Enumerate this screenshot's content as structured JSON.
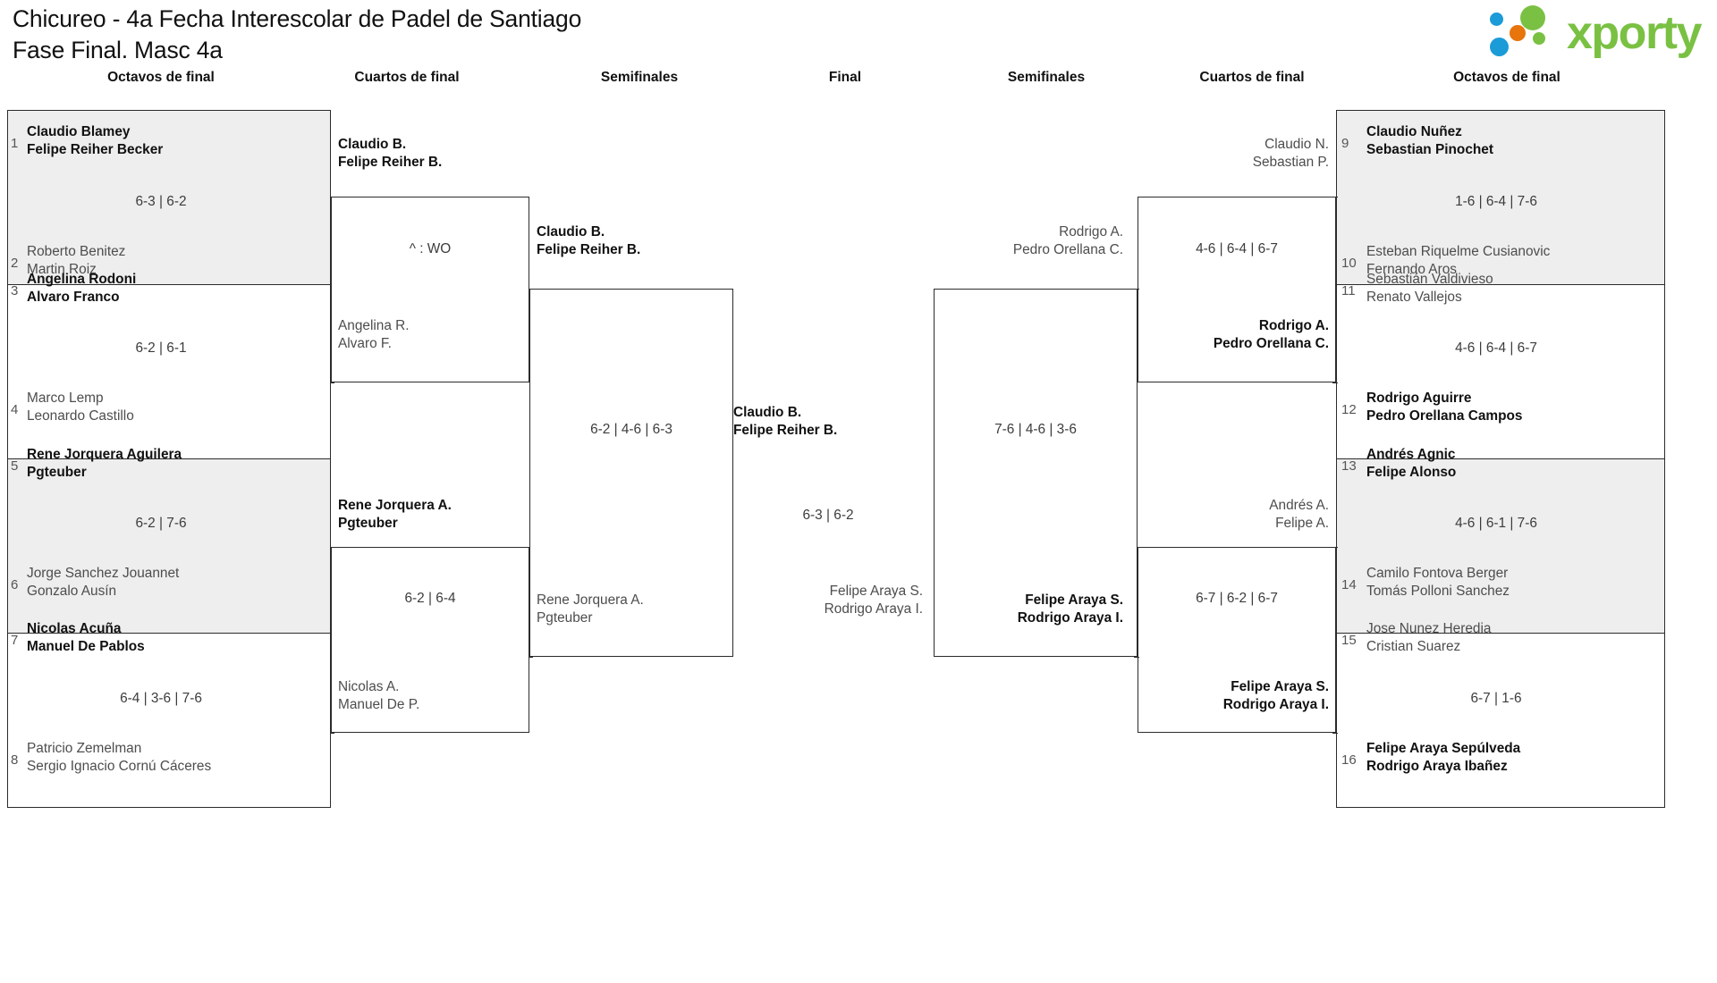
{
  "header": {
    "title_line1": "Chicureo - 4a Fecha Interescolar de Padel de Santiago",
    "title_line2": "Fase Final. Masc 4a",
    "logo_text": "xporty",
    "logo_colors": {
      "green": "#7ac143",
      "blue": "#1b9bd8",
      "orange": "#e8740c"
    }
  },
  "round_labels": {
    "left_octavos": "Octavos de final",
    "left_cuartos": "Cuartos de final",
    "left_semis": "Semifinales",
    "final": "Final",
    "right_semis": "Semifinales",
    "right_cuartos": "Cuartos de final",
    "right_octavos": "Octavos de final"
  },
  "bracket": {
    "left_octavos": [
      {
        "score": "6-3 | 6-2",
        "top": {
          "seed": "1",
          "p1": "Claudio Blamey",
          "p2": "Felipe Reiher Becker",
          "winner": true
        },
        "bottom": {
          "seed": "2",
          "p1": "Roberto Benitez",
          "p2": "Martin Roiz",
          "winner": false
        }
      },
      {
        "score": "6-2 | 6-1",
        "top": {
          "seed": "3",
          "p1": "Angelina Rodoni",
          "p2": "Alvaro Franco",
          "winner": true
        },
        "bottom": {
          "seed": "4",
          "p1": "Marco Lemp",
          "p2": "Leonardo Castillo",
          "winner": false
        }
      },
      {
        "score": "6-2 | 7-6",
        "top": {
          "seed": "5",
          "p1": "Rene Jorquera Aguilera",
          "p2": "Pgteuber",
          "winner": true
        },
        "bottom": {
          "seed": "6",
          "p1": "Jorge Sanchez Jouannet",
          "p2": "Gonzalo Ausín",
          "winner": false
        }
      },
      {
        "score": "6-4 | 3-6 | 7-6",
        "top": {
          "seed": "7",
          "p1": "Nicolas Acuña",
          "p2": "Manuel De Pablos",
          "winner": true
        },
        "bottom": {
          "seed": "8",
          "p1": "Patricio Zemelman",
          "p2": "Sergio Ignacio Cornú Cáceres",
          "winner": false
        }
      }
    ],
    "left_cuartos": [
      {
        "score": "^ : WO",
        "top": {
          "p1": "Claudio B.",
          "p2": "Felipe Reiher B.",
          "winner": true
        },
        "bottom": {
          "p1": "Angelina R.",
          "p2": "Alvaro F.",
          "winner": false
        }
      },
      {
        "score": "6-2 | 6-4",
        "top": {
          "p1": "Rene Jorquera A.",
          "p2": "Pgteuber",
          "winner": true
        },
        "bottom": {
          "p1": "Nicolas A.",
          "p2": "Manuel De P.",
          "winner": false
        }
      }
    ],
    "left_semis": [
      {
        "score": "6-2 | 4-6 | 6-3",
        "top": {
          "p1": "Claudio B.",
          "p2": "Felipe Reiher B.",
          "winner": true
        },
        "bottom": {
          "p1": "Rene Jorquera A.",
          "p2": "Pgteuber",
          "winner": false
        }
      }
    ],
    "final": [
      {
        "score": "6-3 | 6-2",
        "top": {
          "p1": "Claudio B.",
          "p2": "Felipe Reiher B.",
          "winner": true
        },
        "bottom": {
          "p1": "Felipe Araya S.",
          "p2": "Rodrigo Araya I.",
          "winner": false
        }
      }
    ],
    "right_semis": [
      {
        "score": "7-6 | 4-6 | 3-6",
        "top": {
          "p1": "Rodrigo A.",
          "p2": "Pedro Orellana C.",
          "winner": false
        },
        "bottom": {
          "p1": "Felipe Araya S.",
          "p2": "Rodrigo Araya I.",
          "winner": true
        }
      }
    ],
    "right_cuartos": [
      {
        "score": "4-6 | 6-4 | 6-7",
        "top": {
          "p1": "Claudio N.",
          "p2": "Sebastian P.",
          "winner": false
        },
        "bottom": {
          "p1": "Rodrigo A.",
          "p2": "Pedro Orellana C.",
          "winner": true
        }
      },
      {
        "score": "6-7 | 6-2 | 6-7",
        "top": {
          "p1": "Andrés A.",
          "p2": "Felipe A.",
          "winner": false
        },
        "bottom": {
          "p1": "Felipe Araya S.",
          "p2": "Rodrigo Araya I.",
          "winner": true
        }
      }
    ],
    "right_octavos": [
      {
        "score": "1-6 | 6-4 | 7-6",
        "top": {
          "seed": "9",
          "p1": "Claudio Nuñez",
          "p2": "Sebastian Pinochet",
          "winner": true
        },
        "bottom": {
          "seed": "10",
          "p1": "Esteban Riquelme Cusianovic",
          "p2": "Fernando Aros",
          "winner": false
        }
      },
      {
        "score": "4-6 | 6-4 | 6-7",
        "top": {
          "seed": "11",
          "p1": "Sebastián Valdivieso",
          "p2": "Renato Vallejos",
          "winner": false
        },
        "bottom": {
          "seed": "12",
          "p1": "Rodrigo Aguirre",
          "p2": "Pedro Orellana Campos",
          "winner": true
        }
      },
      {
        "score": "4-6 | 6-1 | 7-6",
        "top": {
          "seed": "13",
          "p1": "Andrés Agnic",
          "p2": "Felipe Alonso",
          "winner": true
        },
        "bottom": {
          "seed": "14",
          "p1": "Camilo Fontova Berger",
          "p2": "Tomás Polloni Sanchez",
          "winner": false
        }
      },
      {
        "score": "6-7 | 1-6",
        "top": {
          "seed": "15",
          "p1": "Jose Nunez Heredia",
          "p2": "Cristian Suarez",
          "winner": false
        },
        "bottom": {
          "seed": "16",
          "p1": "Felipe Araya Sepúlveda",
          "p2": "Rodrigo Araya Ibañez",
          "winner": true
        }
      }
    ]
  }
}
